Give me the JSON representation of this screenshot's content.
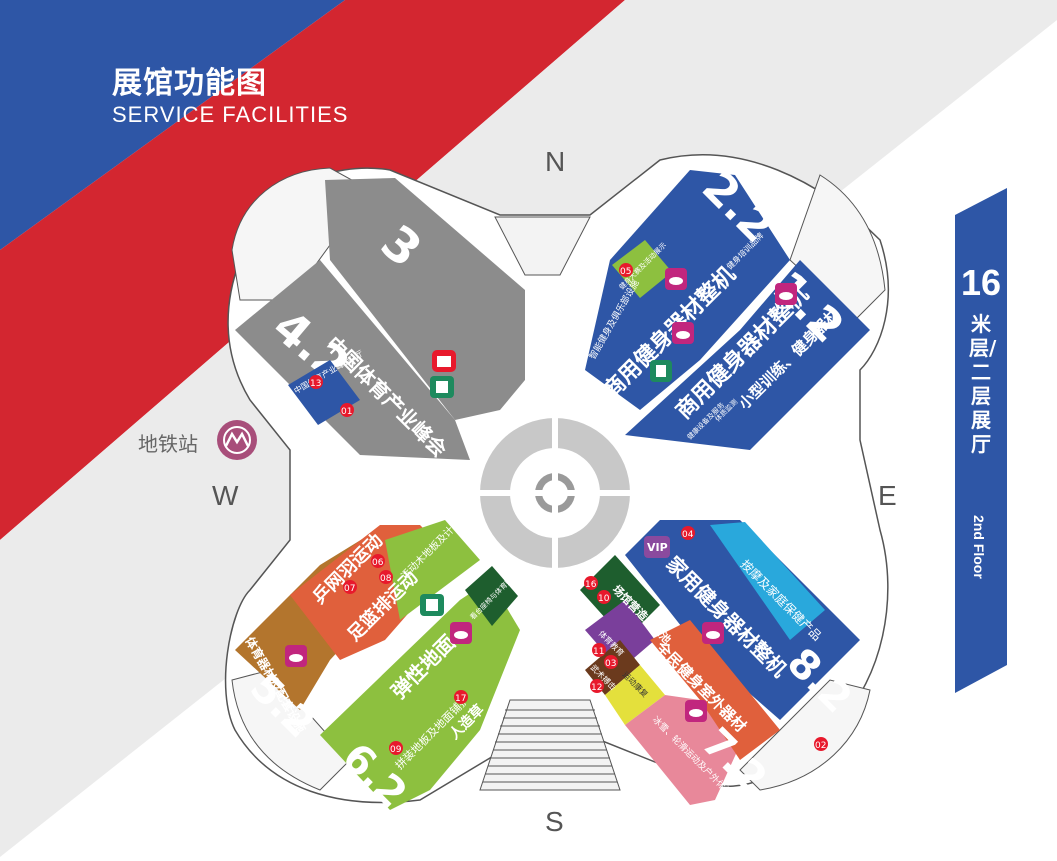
{
  "header": {
    "title_cn": "展馆功能图",
    "title_en": "SERVICE FACILITIES"
  },
  "compass": {
    "n": "N",
    "s": "S",
    "e": "E",
    "w": "W"
  },
  "metro": {
    "label": "地铁站"
  },
  "floor": {
    "number": "16",
    "label_cn": "米层/二层展厅",
    "label_en": "2nd Floor"
  },
  "colors": {
    "blue": "#2e56a6",
    "red": "#d32630",
    "gray": "#8c8c8c",
    "orange": "#e0603c",
    "brown": "#b3752d",
    "green": "#8dc03f",
    "cyan": "#29a8dc",
    "pink": "#e8889a",
    "marker": "#e8192c"
  },
  "halls": [
    {
      "id": "3",
      "number": "3",
      "label": "",
      "color": "#8c8c8c"
    },
    {
      "id": "4.2",
      "number": "4.2",
      "label": "中国体育产业峰会",
      "color": "#8c8c8c"
    },
    {
      "id": "2.2",
      "number": "2.2",
      "label": "商用健身器材整机",
      "color": "#2e56a6"
    },
    {
      "id": "1.2",
      "number": "1.2",
      "label": "商用健身器材整机",
      "color": "#2e56a6"
    },
    {
      "id": "5.2",
      "number": "5.2",
      "label": "乒网羽运动",
      "color": "#b3752d"
    },
    {
      "id": "6.2",
      "number": "6.2",
      "label": "弹性地面",
      "color": "#8dc03f"
    },
    {
      "id": "7.2",
      "number": "7.2",
      "label": "全民健身室外器材",
      "color": "#e8889a"
    },
    {
      "id": "8.2",
      "number": "8.2",
      "label": "家用健身器材整机",
      "color": "#2e56a6"
    }
  ],
  "zones": {
    "summit_room": "中国体育产业峰会D厅",
    "smart": "智能健身及俱乐部设施",
    "event": "健身大赛及活动展示",
    "training_brand": "健身培训品牌",
    "small_training": "小型训练、健身器材",
    "health_equipment": "健康设备及服务",
    "fitness_test": "体质监测",
    "table_tennis": "乒网羽运动",
    "football": "足篮排运动",
    "sports_wood": "运动木地板及计时屏幕",
    "sports_equip": "体育器材及配套设施",
    "stadium_seats": "看台座椅与体育照明",
    "artificial_turf": "人造草",
    "paving": "拼装地板及地面铺护",
    "massage": "按摩及家庭保健产品",
    "venue": "场馆营造及泳池",
    "school": "体育教育",
    "martial": "武术搏击",
    "outdoor": "运动康复",
    "ice": "冰雪、轮滑运动及户外休闲"
  },
  "badge_numbers": [
    "13",
    "01",
    "05",
    "04",
    "06",
    "07",
    "08",
    "16",
    "10",
    "11",
    "03",
    "12",
    "17",
    "09",
    "02"
  ],
  "vip": "VIP"
}
